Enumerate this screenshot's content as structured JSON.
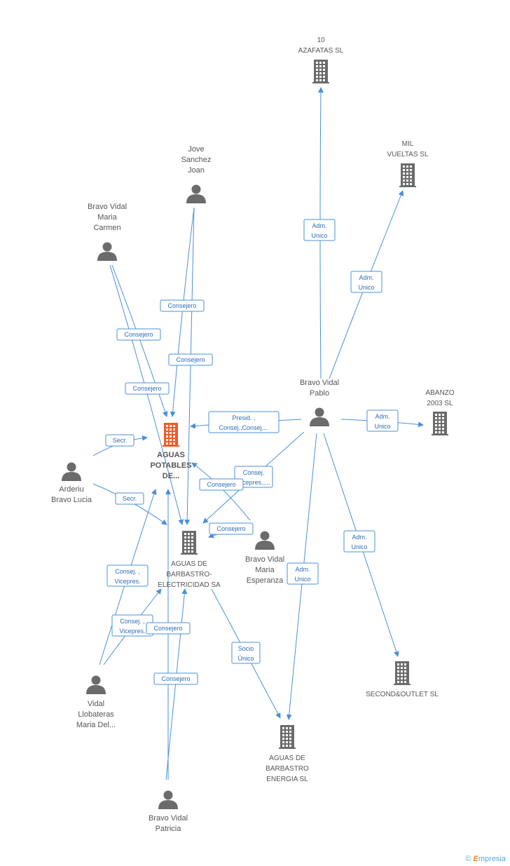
{
  "colors": {
    "edge": "#4a90d9",
    "node": "#6b6b6b",
    "focus": "#f05a28"
  },
  "nodes": [
    {
      "id": "aguas_potables",
      "type": "company",
      "focus": true,
      "label": [
        "AGUAS",
        "POTABLES",
        "DE..."
      ]
    },
    {
      "id": "azafatas",
      "type": "company",
      "label": [
        "10",
        "AZAFATAS SL"
      ]
    },
    {
      "id": "mil_vueltas",
      "type": "company",
      "label": [
        "MIL",
        "VUELTAS SL"
      ]
    },
    {
      "id": "abanzo",
      "type": "company",
      "label": [
        "ABANZO",
        "2003 SL"
      ]
    },
    {
      "id": "second_outlet",
      "type": "company",
      "label": [
        "SECOND&OUTLET SL"
      ]
    },
    {
      "id": "aguas_electricidad",
      "type": "company",
      "label": [
        "AGUAS DE",
        "BARBASTRO-",
        "ELECTRICIDAD SA"
      ]
    },
    {
      "id": "aguas_energia",
      "type": "company",
      "label": [
        "AGUAS DE",
        "BARBASTRO",
        "ENERGIA SL"
      ]
    },
    {
      "id": "jove",
      "type": "person",
      "label": [
        "Jove",
        "Sanchez",
        "Joan"
      ]
    },
    {
      "id": "bravo_carmen",
      "type": "person",
      "label": [
        "Bravo Vidal",
        "Maria",
        "Carmen"
      ]
    },
    {
      "id": "bravo_pablo",
      "type": "person",
      "label": [
        "Bravo Vidal",
        "Pablo"
      ]
    },
    {
      "id": "arderiu",
      "type": "person",
      "label": [
        "Arderiu",
        "Bravo Lucia"
      ]
    },
    {
      "id": "bravo_esperanza",
      "type": "person",
      "label": [
        "Bravo Vidal",
        "Maria",
        "Esperanza"
      ]
    },
    {
      "id": "vidal_llobateras",
      "type": "person",
      "label": [
        "Vidal",
        "Llobateras",
        "Maria Del..."
      ]
    },
    {
      "id": "bravo_patricia",
      "type": "person",
      "label": [
        "Bravo Vidal",
        "Patricia"
      ]
    }
  ],
  "edges": [
    {
      "from": "bravo_pablo",
      "to": "azafatas",
      "label": [
        "Adm.",
        "Unico"
      ]
    },
    {
      "from": "bravo_pablo",
      "to": "mil_vueltas",
      "label": [
        "Adm.",
        "Unico"
      ]
    },
    {
      "from": "bravo_pablo",
      "to": "abanzo",
      "label": [
        "Adm.",
        "Unico"
      ]
    },
    {
      "from": "bravo_pablo",
      "to": "second_outlet",
      "label": [
        "Adm.",
        "Unico"
      ]
    },
    {
      "from": "bravo_pablo",
      "to": "aguas_energia",
      "label": [
        "Adm.",
        "Unico"
      ]
    },
    {
      "from": "bravo_pablo",
      "to": "aguas_potables",
      "label": [
        "Presid. ,",
        "Consej.,Consej...."
      ]
    },
    {
      "from": "bravo_pablo",
      "to": "aguas_electricidad",
      "label": [
        "Consej.",
        "Vicepres.,..."
      ]
    },
    {
      "from": "jove",
      "to": "aguas_potables",
      "label": [
        "Consejero"
      ]
    },
    {
      "from": "jove",
      "to": "aguas_electricidad",
      "label": [
        "Consejero"
      ]
    },
    {
      "from": "bravo_carmen",
      "to": "aguas_potables",
      "label": [
        "Consejero"
      ]
    },
    {
      "from": "bravo_carmen",
      "to": "aguas_electricidad",
      "label": [
        "Consejero"
      ]
    },
    {
      "from": "arderiu",
      "to": "aguas_potables",
      "label": [
        "Secr."
      ]
    },
    {
      "from": "arderiu",
      "to": "aguas_electricidad",
      "label": [
        "Secr."
      ]
    },
    {
      "from": "bravo_esperanza",
      "to": "aguas_potables",
      "label": [
        "Consejero"
      ]
    },
    {
      "from": "bravo_esperanza",
      "to": "aguas_electricidad",
      "label": [
        "Consejero"
      ]
    },
    {
      "from": "vidal_llobateras",
      "to": "aguas_potables",
      "label": [
        "Consej. ,",
        "Vicepres."
      ]
    },
    {
      "from": "vidal_llobateras",
      "to": "aguas_electricidad",
      "label": [
        "Consej. ,",
        "Vicepres."
      ]
    },
    {
      "from": "bravo_patricia",
      "to": "aguas_potables",
      "label": [
        "Consejero"
      ]
    },
    {
      "from": "bravo_patricia",
      "to": "aguas_electricidad",
      "label": [
        "Consejero"
      ]
    },
    {
      "from": "aguas_electricidad",
      "to": "aguas_energia",
      "label": [
        "Socio",
        "Único"
      ]
    }
  ],
  "brand": {
    "symbol": "©",
    "initial": "E",
    "rest": "mpresia"
  }
}
